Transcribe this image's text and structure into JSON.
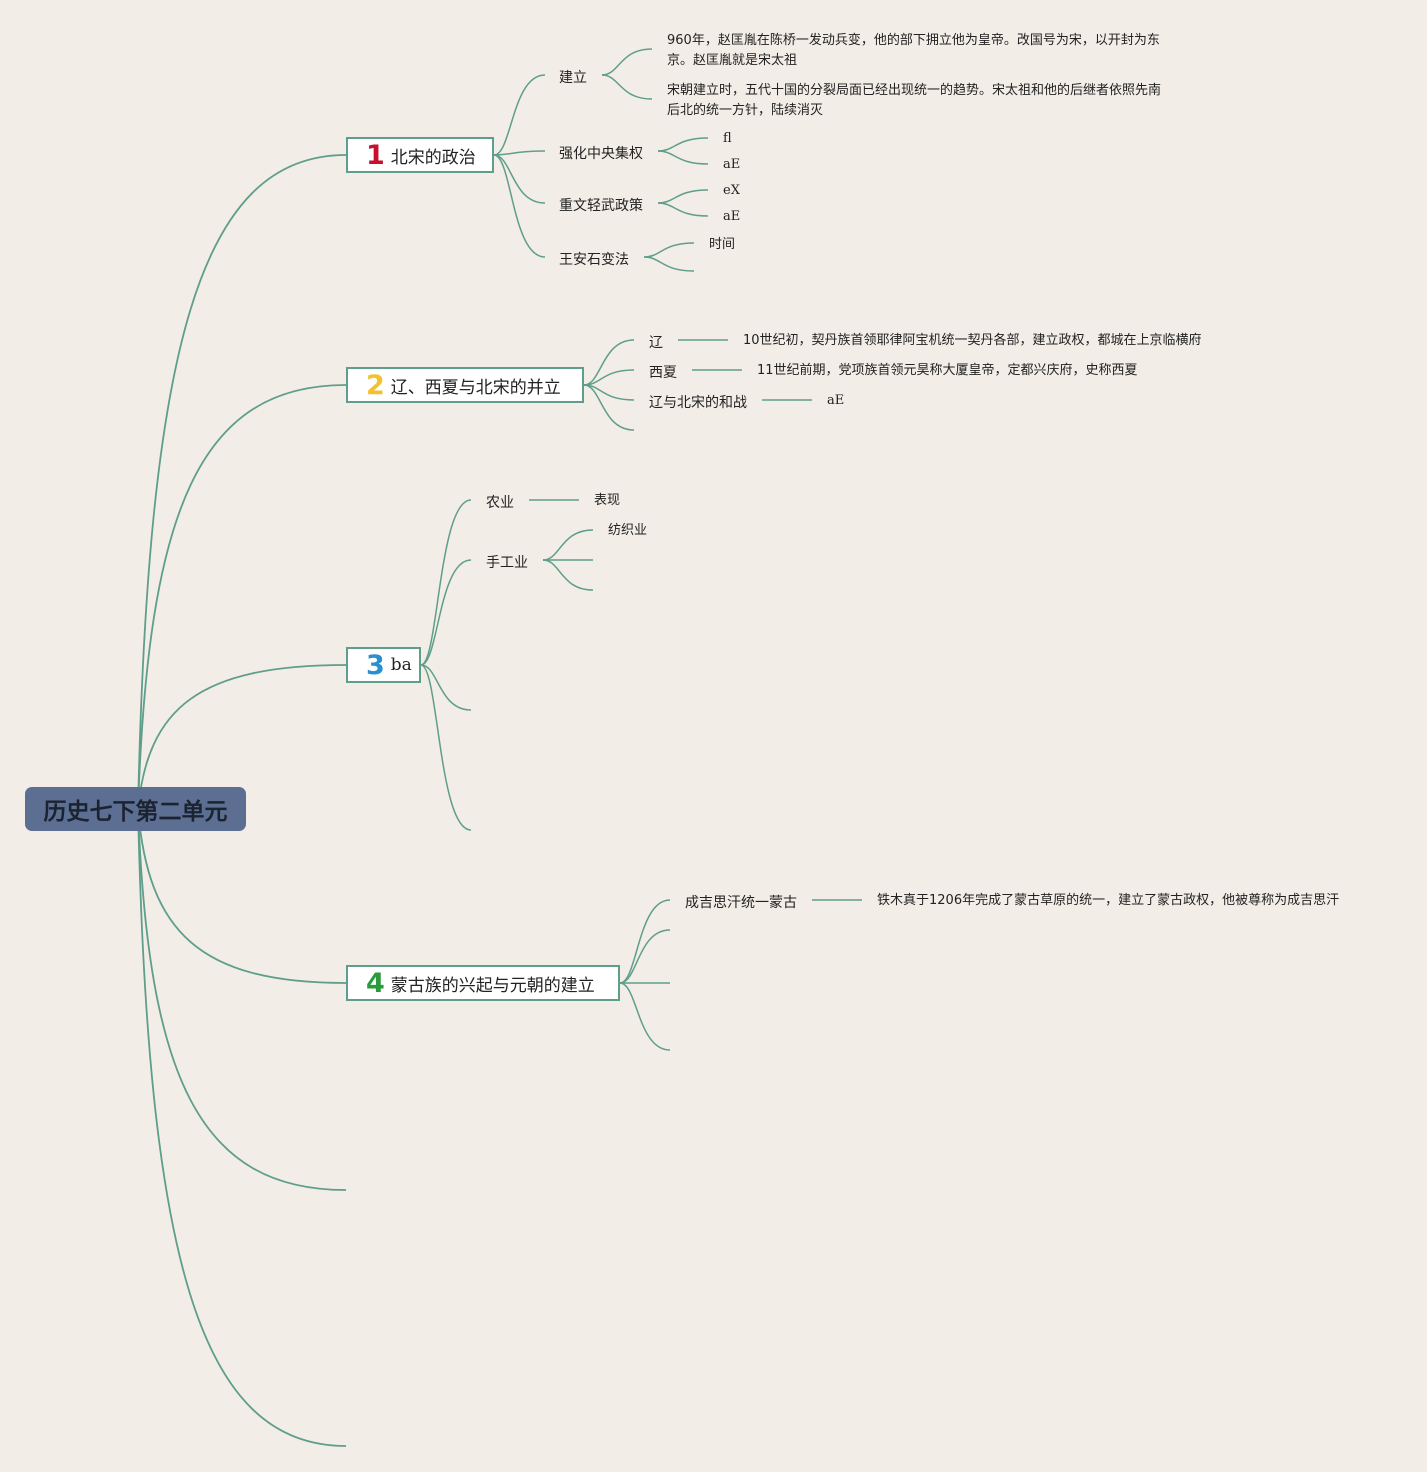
{
  "root": {
    "title": "历史七下第二单元"
  },
  "colors": {
    "line": "#5f9e8a",
    "root_bg": "#5c6f93",
    "background": "#f2ede7"
  },
  "topics": [
    {
      "num": "1",
      "num_color": "#c8102e",
      "label": "北宋的政治",
      "children": [
        {
          "label": "建立",
          "leaves": [
            "960年，赵匡胤在陈桥一发动兵变，他的部下拥立他为皇帝。改国号为宋，以开封为东京。赵匡胤就是宋太祖",
            "宋朝建立时，五代十国的分裂局面已经出现统一的趋势。宋太祖和他的后继者依照先南后北的统一方针，陆续消灭"
          ]
        },
        {
          "label": "强化中央集权",
          "leaves": [
            "fl",
            "aE"
          ]
        },
        {
          "label": "重文轻武政策",
          "leaves": [
            "eX",
            "aE"
          ]
        },
        {
          "label": "王安石变法",
          "leaves": [
            "时间"
          ]
        }
      ]
    },
    {
      "num": "2",
      "num_color": "#f2c12e",
      "label": "辽、西夏与北宋的并立",
      "children": [
        {
          "label": "辽",
          "leaves": [
            "10世纪初，契丹族首领耶律阿宝机统一契丹各部，建立政权，都城在上京临横府"
          ]
        },
        {
          "label": "西夏",
          "leaves": [
            "11世纪前期，党项族首领元昊称大厦皇帝，定都兴庆府，史称西夏"
          ]
        },
        {
          "label": "辽与北宋的和战",
          "leaves": [
            "aE"
          ]
        }
      ]
    },
    {
      "num": "3",
      "num_color": "#2a8fd0",
      "label": "ba",
      "children": [
        {
          "label": "农业",
          "leaves": [
            "表现"
          ]
        },
        {
          "label": "手工业",
          "leaves": [
            "纺织业"
          ]
        }
      ]
    },
    {
      "num": "4",
      "num_color": "#2a9a3a",
      "label": "蒙古族的兴起与元朝的建立",
      "children": [
        {
          "label": "成吉思汗统一蒙古",
          "leaves": [
            "铁木真于1206年完成了蒙古草原的统一，建立了蒙古政权，他被尊称为成吉思汗"
          ]
        }
      ]
    }
  ]
}
